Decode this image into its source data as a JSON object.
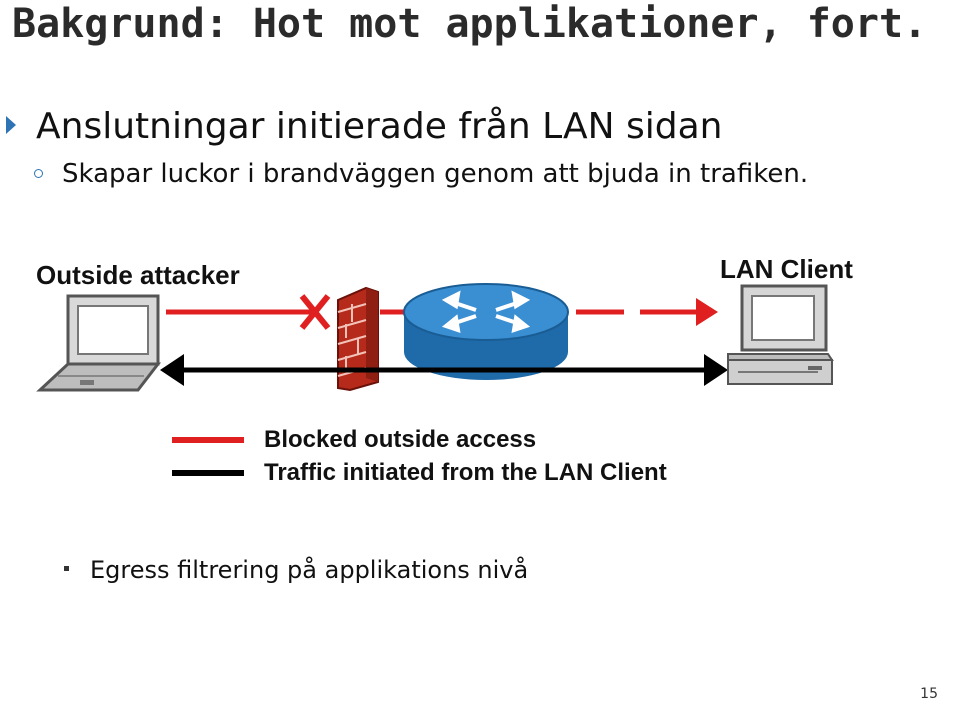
{
  "slide": {
    "title": "Bakgrund: Hot mot applikationer, fort.",
    "bullet_level1": "Anslutningar initierade från LAN sidan",
    "bullet_level2": "Skapar luckor i brandväggen genom att bjuda in trafiken.",
    "bullet_level3": "Egress filtrering på applikations nivå",
    "page_number": "15"
  },
  "diagram": {
    "outside_label": "Outside attacker",
    "lan_label": "LAN Client",
    "legend": [
      {
        "label": "Blocked outside access",
        "color": "#e02020"
      },
      {
        "label": "Traffic initiated from the LAN Client",
        "color": "#000000"
      }
    ],
    "colors": {
      "blocked": "#e02020",
      "traffic": "#000000",
      "router": "#2a7fc4",
      "firewall": "#c0301f",
      "bullet_accent": "#2e74b5"
    },
    "icons": [
      "laptop-icon",
      "firewall-icon",
      "router-icon",
      "desktop-computer-icon",
      "blocked-x-icon"
    ]
  }
}
